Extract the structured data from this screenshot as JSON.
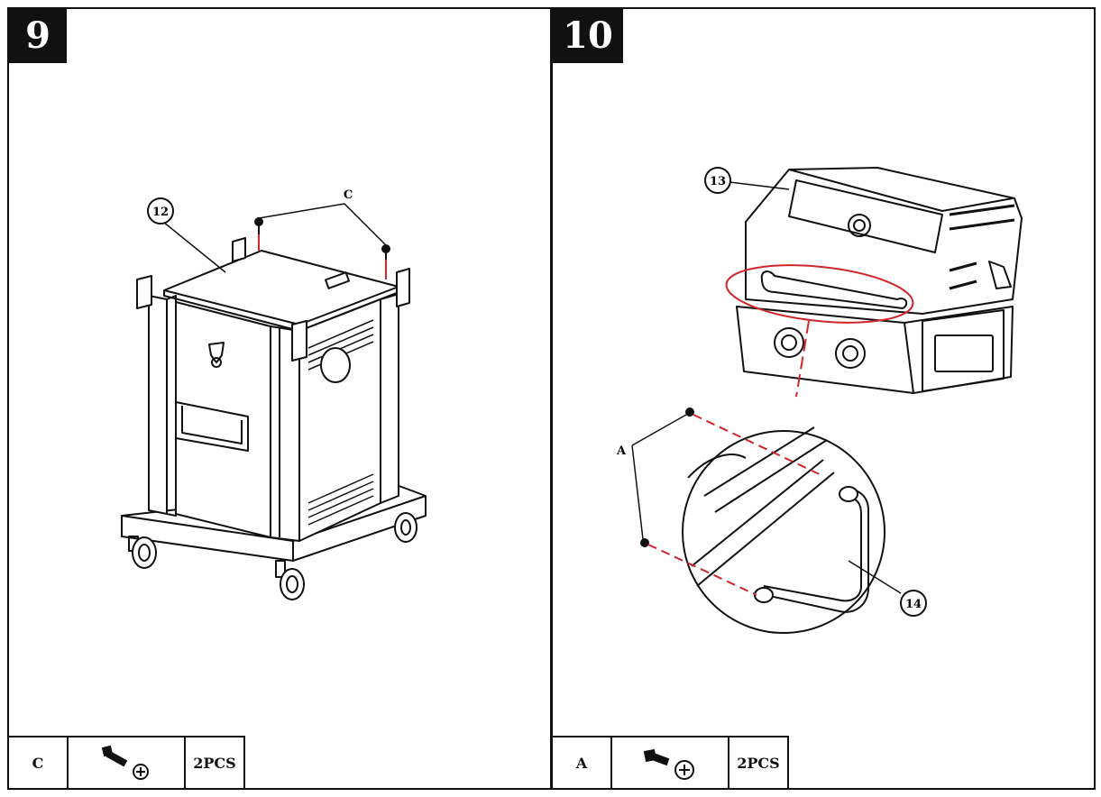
{
  "steps": [
    {
      "number": "9",
      "callouts": {
        "part_top": "12",
        "screw_letter": "C"
      },
      "hardware": {
        "letter": "C",
        "icon": "screw-icon",
        "quantity": "2PCS"
      }
    },
    {
      "number": "10",
      "callouts": {
        "part_lid": "13",
        "part_handle": "14",
        "screw_letter": "A"
      },
      "hardware": {
        "letter": "A",
        "icon": "screw-icon",
        "quantity": "2PCS"
      }
    }
  ],
  "colors": {
    "line": "#111111",
    "guide": "#d0262c",
    "background": "#ffffff"
  }
}
